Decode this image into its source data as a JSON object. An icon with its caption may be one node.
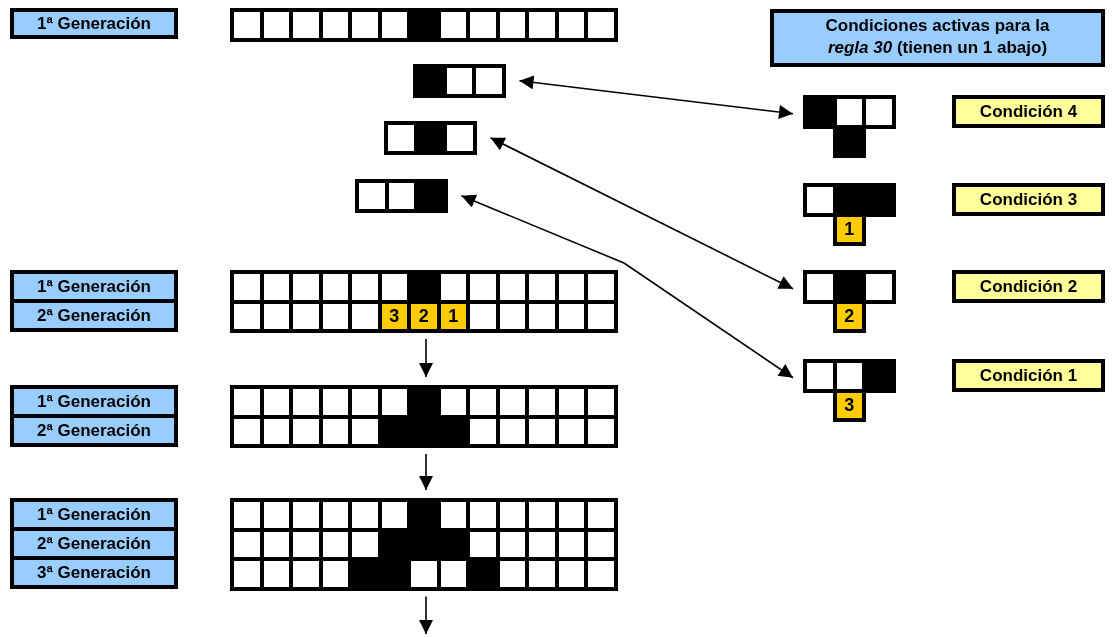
{
  "diagram": {
    "nodes": [
      {
        "text": [
          "1ª Generación"
        ]
      },
      {
        "text": [],
        "shape": "grid"
      },
      {
        "text": [
          "Condiciones activas para la *regla 30* (tienen un 1 abajo)"
        ]
      },
      {
        "text": [],
        "shape": "grid"
      },
      {
        "text": [],
        "shape": "grid"
      },
      {
        "text": [
          "Condición 4"
        ]
      },
      {
        "text": [],
        "shape": "grid"
      },
      {
        "text": [
          "1"
        ]
      },
      {
        "text": [
          "Condición 3"
        ]
      },
      {
        "text": [],
        "shape": "grid"
      },
      {
        "text": [
          "1ª Generación"
        ]
      },
      {
        "text": [
          "2ª Generación"
        ]
      },
      {
        "text": [
          "3",
          "2",
          "1"
        ]
      },
      {
        "text": [
          "2"
        ]
      },
      {
        "text": [
          "Condición 2"
        ]
      },
      {
        "text": [
          "3"
        ]
      },
      {
        "text": [
          "Condición 1"
        ]
      },
      {
        "text": [
          "1ª Generación"
        ]
      },
      {
        "text": [
          "2ª Generación"
        ]
      },
      {
        "text": [],
        "shape": "grid"
      },
      {
        "text": [
          "1ª Generación"
        ]
      },
      {
        "text": [
          "2ª Generación"
        ]
      },
      {
        "text": [
          "3ª Generación"
        ]
      },
      {
        "text": [],
        "shape": "grid"
      }
    ],
    "edges": [
      {
        "from": 3,
        "to": 4,
        "arrow": "both"
      },
      {
        "from": 6,
        "to": 13,
        "arrow": "both"
      },
      {
        "from": 9,
        "to": 15,
        "arrow": "both"
      },
      {
        "from": 12,
        "to": 19,
        "arrow": "to"
      },
      {
        "from": 19,
        "to": 23,
        "arrow": "to"
      },
      {
        "from": 23,
        "to": null,
        "arrow": "to"
      }
    ]
  }
}
